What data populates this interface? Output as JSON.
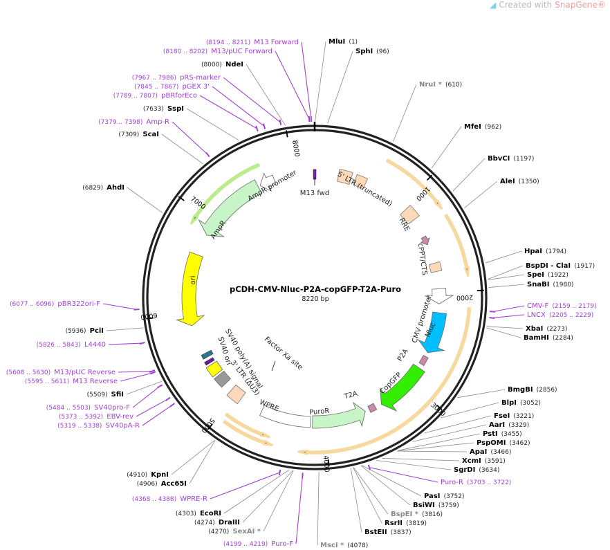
{
  "header": {
    "credit_prefix": "Created with",
    "credit_brand": "SnapGene®"
  },
  "plasmid": {
    "name": "pCDH-CMV-Nluc-P2A-copGFP-T2A-Puro",
    "length": "8220 bp",
    "total_bp": 8220
  },
  "ticks": [
    "1000",
    "2000",
    "3000",
    "4000",
    "5000",
    "6000",
    "7000",
    "8000"
  ],
  "features": [
    {
      "label": "M13 fwd"
    },
    {
      "label": "5' LTR (truncated)"
    },
    {
      "label": "RRE"
    },
    {
      "label": "cPPT/CTS"
    },
    {
      "label": "CMV promoter"
    },
    {
      "label": "Nluc"
    },
    {
      "label": "P2A"
    },
    {
      "label": "CopGFP"
    },
    {
      "label": "T2A"
    },
    {
      "label": "PuroR"
    },
    {
      "label": "WPRE"
    },
    {
      "label": "3' LTR (ΔU3)"
    },
    {
      "label": "SV40 poly(A) signal"
    },
    {
      "label": "SV40 ori"
    },
    {
      "label": "Factor Xa site"
    },
    {
      "label": "ori"
    },
    {
      "label": "AmpR"
    },
    {
      "label": "AmpR promoter"
    }
  ],
  "sites": [
    {
      "name": "MluI",
      "pos": "(1)",
      "kind": "enzyme"
    },
    {
      "name": "SphI",
      "pos": "(96)",
      "kind": "enzyme"
    },
    {
      "name": "NruI *",
      "pos": "(610)",
      "kind": "enzyme-gray"
    },
    {
      "name": "MfeI",
      "pos": "(962)",
      "kind": "enzyme"
    },
    {
      "name": "BbvCI",
      "pos": "(1197)",
      "kind": "enzyme"
    },
    {
      "name": "AleI",
      "pos": "(1350)",
      "kind": "enzyme"
    },
    {
      "name": "HpaI",
      "pos": "(1794)",
      "kind": "enzyme"
    },
    {
      "name": "BspDI - ClaI",
      "pos": "(1917)",
      "kind": "enzyme"
    },
    {
      "name": "SpeI",
      "pos": "(1922)",
      "kind": "enzyme"
    },
    {
      "name": "SnaBI",
      "pos": "(1980)",
      "kind": "enzyme"
    },
    {
      "name": "CMV-F",
      "pos": "(2159 .. 2179)",
      "kind": "primer"
    },
    {
      "name": "LNCX",
      "pos": "(2205 .. 2229)",
      "kind": "primer"
    },
    {
      "name": "XbaI",
      "pos": "(2273)",
      "kind": "enzyme"
    },
    {
      "name": "BamHI",
      "pos": "(2284)",
      "kind": "enzyme"
    },
    {
      "name": "BmgBI",
      "pos": "(2856)",
      "kind": "enzyme"
    },
    {
      "name": "BlpI",
      "pos": "(3052)",
      "kind": "enzyme"
    },
    {
      "name": "FseI",
      "pos": "(3221)",
      "kind": "enzyme"
    },
    {
      "name": "AarI",
      "pos": "(3329)",
      "kind": "enzyme"
    },
    {
      "name": "PstI",
      "pos": "(3455)",
      "kind": "enzyme"
    },
    {
      "name": "PspOMI",
      "pos": "(3462)",
      "kind": "enzyme"
    },
    {
      "name": "ApaI",
      "pos": "(3466)",
      "kind": "enzyme"
    },
    {
      "name": "XcmI",
      "pos": "(3591)",
      "kind": "enzyme"
    },
    {
      "name": "SgrDI",
      "pos": "(3634)",
      "kind": "enzyme"
    },
    {
      "name": "Puro-R",
      "pos": "(3703 .. 3722)",
      "kind": "primer"
    },
    {
      "name": "PasI",
      "pos": "(3752)",
      "kind": "enzyme"
    },
    {
      "name": "BsiWI",
      "pos": "(3759)",
      "kind": "enzyme"
    },
    {
      "name": "BspEI *",
      "pos": "(3816)",
      "kind": "enzyme-gray"
    },
    {
      "name": "RsrII",
      "pos": "(3819)",
      "kind": "enzyme"
    },
    {
      "name": "BstEII",
      "pos": "(3837)",
      "kind": "enzyme"
    },
    {
      "name": "MscI *",
      "pos": "(4078)",
      "kind": "enzyme-gray"
    },
    {
      "name": "Puro-F",
      "pos": "(4199 .. 4219)",
      "kind": "primer"
    },
    {
      "name": "SexAI *",
      "pos": "(4270)",
      "kind": "enzyme-gray"
    },
    {
      "name": "DraIII",
      "pos": "(4274)",
      "kind": "enzyme"
    },
    {
      "name": "EcoRI",
      "pos": "(4303)",
      "kind": "enzyme"
    },
    {
      "name": "WPRE-R",
      "pos": "(4368 .. 4388)",
      "kind": "primer"
    },
    {
      "name": "Acc65I",
      "pos": "(4906)",
      "kind": "enzyme"
    },
    {
      "name": "KpnI",
      "pos": "(4910)",
      "kind": "enzyme"
    },
    {
      "name": "SV40pA-R",
      "pos": "(5319 .. 5338)",
      "kind": "primer"
    },
    {
      "name": "EBV-rev",
      "pos": "(5373 .. 5392)",
      "kind": "primer"
    },
    {
      "name": "SV40pro-F",
      "pos": "(5484 .. 5503)",
      "kind": "primer"
    },
    {
      "name": "SfiI",
      "pos": "(5509)",
      "kind": "enzyme"
    },
    {
      "name": "M13 Reverse",
      "pos": "(5595 .. 5611)",
      "kind": "primer"
    },
    {
      "name": "M13/pUC Reverse",
      "pos": "(5608 .. 5630)",
      "kind": "primer"
    },
    {
      "name": "L4440",
      "pos": "(5826 .. 5843)",
      "kind": "primer"
    },
    {
      "name": "PciI",
      "pos": "(5936)",
      "kind": "enzyme"
    },
    {
      "name": "pBR322ori-F",
      "pos": "(6077 .. 6096)",
      "kind": "primer"
    },
    {
      "name": "AhdI",
      "pos": "(6829)",
      "kind": "enzyme"
    },
    {
      "name": "ScaI",
      "pos": "(7309)",
      "kind": "enzyme"
    },
    {
      "name": "Amp-R",
      "pos": "(7379 .. 7398)",
      "kind": "primer"
    },
    {
      "name": "SspI",
      "pos": "(7633)",
      "kind": "enzyme"
    },
    {
      "name": "pBRforEco",
      "pos": "(7789 .. 7807)",
      "kind": "primer"
    },
    {
      "name": "pGEX 3'",
      "pos": "(7845 .. 7867)",
      "kind": "primer"
    },
    {
      "name": "pRS-marker",
      "pos": "(7967 .. 7986)",
      "kind": "primer"
    },
    {
      "name": "NdeI",
      "pos": "(8000)",
      "kind": "enzyme"
    },
    {
      "name": "M13/pUC Forward",
      "pos": "(8180 .. 8202)",
      "kind": "primer"
    },
    {
      "name": "M13 Forward",
      "pos": "(8194 .. 8211)",
      "kind": "primer"
    }
  ],
  "colors": {
    "primer": "#a040d0",
    "enzyme": "#000000",
    "enzyme_gray": "#888888",
    "orange": "#f5c77e",
    "ring": "#222222"
  }
}
